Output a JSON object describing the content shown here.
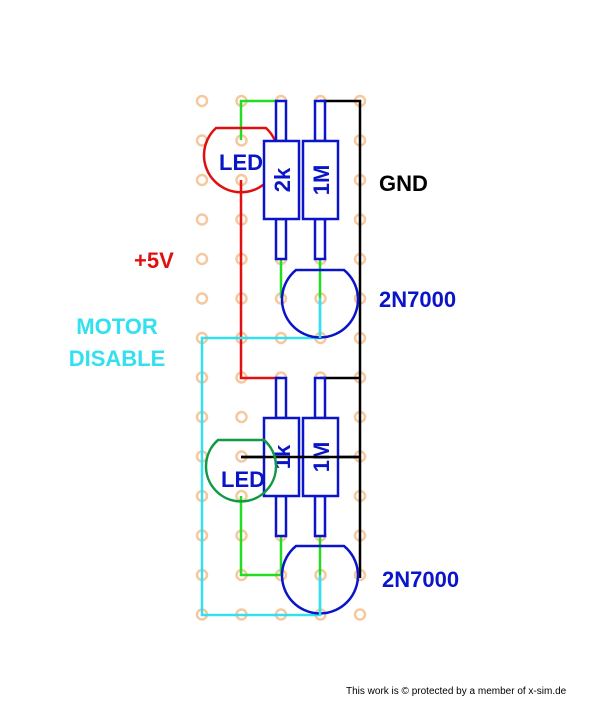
{
  "labels": {
    "gnd": "GND",
    "plus5v": "+5V",
    "motor": "MOTOR",
    "disable": "DISABLE",
    "transistor_top": "2N7000",
    "transistor_bottom": "2N7000"
  },
  "components": {
    "led_top": "LED",
    "led_bottom": "LED",
    "r_top_left": "2k",
    "r_top_right": "1M",
    "r_bottom_left": "1k",
    "r_bottom_right": "1M"
  },
  "footer": "This work is © protected by a member of x-sim.de",
  "colors": {
    "hole": "#f5c9a0",
    "component": "#0a14c8",
    "gnd_wire": "#000000",
    "vcc_wire": "#e01010",
    "signal_wire": "#22dd22",
    "motor_wire": "#33e0f0",
    "led_top": "#e01010",
    "led_bottom": "#119944"
  }
}
